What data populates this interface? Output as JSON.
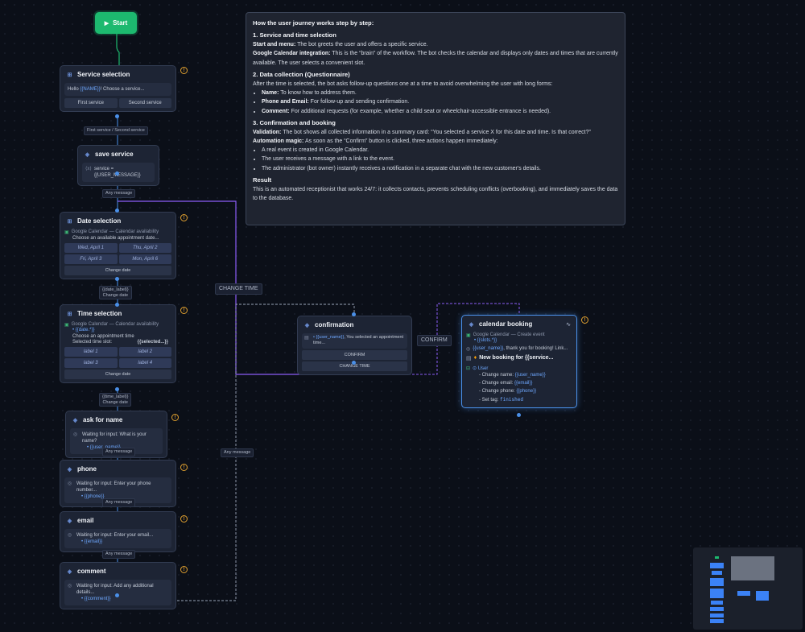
{
  "start": {
    "label": "Start"
  },
  "nodes": {
    "service_selection": {
      "title": "Service selection",
      "greeting_name": "{{NAME}}",
      "hello": "Hello",
      "greeting_rest": "! Choose a service...",
      "buttons": [
        "First service",
        "Second service"
      ]
    },
    "save_service": {
      "title": "save service",
      "assignment": "service = {{USER_MESSAGE}}"
    },
    "date_selection": {
      "title": "Date selection",
      "calendar": "Google Calendar — Calendar availability",
      "prompt": "Choose an available appointment date...",
      "dates": [
        "Wed, April 1",
        "Thu, April 2",
        "Fri, April 3",
        "Mon, April 6"
      ],
      "change_btn": "Change date"
    },
    "time_selection": {
      "title": "Time selection",
      "calendar": "Google Calendar — Calendar availability",
      "param": "• {{date.*}}",
      "prompt": "Choose an appointment time",
      "selected_label": "Selected time slot:",
      "selected_value": "{{selected...}}",
      "labels": [
        "label 1",
        "label 2",
        "label 3",
        "label 4"
      ],
      "change_btn": "Change date"
    },
    "ask_name": {
      "title": "ask for name",
      "waiting": "Waiting for input:",
      "question": "What is your name?",
      "var": "• {{user_name}}"
    },
    "phone": {
      "title": "phone",
      "waiting": "Waiting for input:",
      "question": "Enter your phone number...",
      "var": "• {{phone}}"
    },
    "email": {
      "title": "email",
      "waiting": "Waiting for input:",
      "question": "Enter your email...",
      "var": "• {{email}}"
    },
    "comment": {
      "title": "comment",
      "waiting": "Waiting for input:",
      "question": "Add any additional details...",
      "var": "• {{comment}}"
    },
    "confirmation": {
      "title": "confirmation",
      "var": "{{user_name}}",
      "text": ", You selected an appointment time...",
      "buttons": [
        "CONFIRM",
        "CHANGE TIME"
      ]
    },
    "calendar_booking": {
      "title": "calendar booking",
      "calendar": "Google Calendar — Create event",
      "param": "• {{slots.*}}",
      "thanks_var": "{{user_name}}",
      "thanks": ", thank you for booking! Link...",
      "new_booking": "New booking for {{service...",
      "user_group": "User",
      "rows": [
        {
          "k": "- Change name:",
          "v": "{{user_name}}"
        },
        {
          "k": "- Change email:",
          "v": "{{email}}"
        },
        {
          "k": "- Change phone:",
          "v": "{{phone}}"
        },
        {
          "k": "- Set tag:",
          "v": "finished"
        }
      ]
    }
  },
  "edge_labels": {
    "services": "First service / Second service",
    "any1": "Any message",
    "date_label": "{{date_label}}",
    "change_date": "Change date",
    "time_label": "{{time_label}}",
    "change_date2": "Change date",
    "any2": "Any message",
    "any3": "Any message",
    "any4": "Any message",
    "any5": "Any message",
    "change_time": "CHANGE TIME",
    "confirm": "CONFIRM"
  },
  "info": {
    "title": "How the user journey works step by step:",
    "s1_title": "1. Service and time selection",
    "s1_l1_b": "Start and menu:",
    "s1_l1": " The bot greets the user and offers a specific service.",
    "s1_l2_b": "Google Calendar integration:",
    "s1_l2": " This is the “brain” of the workflow. The bot checks the calendar and displays only dates and times that are currently available. The user selects a convenient slot.",
    "s2_title": "2. Data collection (Questionnaire)",
    "s2_intro": "After the time is selected, the bot asks follow-up questions one at a time to avoid overwhelming the user with long forms:",
    "s2_items": [
      {
        "b": "Name:",
        "t": " To know how to address them."
      },
      {
        "b": "Phone and Email:",
        "t": " For follow-up and sending confirmation."
      },
      {
        "b": "Comment:",
        "t": " For additional requests (for example, whether a child seat or wheelchair-accessible entrance is needed)."
      }
    ],
    "s3_title": "3. Confirmation and booking",
    "s3_l1_b": "Validation:",
    "s3_l1": " The bot shows all collected information in a summary card: “You selected a service X for this date and time. Is that correct?”",
    "s3_l2_b": "Automation magic:",
    "s3_l2": " As soon as the “Confirm” button is clicked, three actions happen immediately:",
    "s3_items": [
      "A real event is created in Google Calendar.",
      "The user receives a message with a link to the event.",
      "The administrator (bot owner) instantly receives a notification in a separate chat with the new customer's details."
    ],
    "result_title": "Result",
    "result_text": "This is an automated receptionist that works 24/7: it collects contacts, prevents scheduling conflicts (overbooking), and immediately saves the data to the database."
  },
  "colors": {
    "accent": "#4a8fe7",
    "start": "#1db96f",
    "warning": "#e0a030",
    "wire_purple": "#8b5cf6"
  },
  "icons": {
    "start": "play-icon",
    "warning": "warning-icon",
    "node": "node-icon",
    "calendar": "calendar-icon",
    "input": "input-icon",
    "activity": "activity-icon"
  }
}
